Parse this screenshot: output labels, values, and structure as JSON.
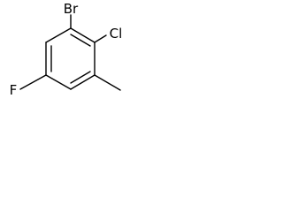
{
  "molecule": {
    "atoms": {
      "bromine": "Br",
      "chlorine": "Cl",
      "fluorine": "F"
    },
    "colors": {
      "bond": "#000000",
      "label": "#000000",
      "background": "#ffffff"
    }
  }
}
